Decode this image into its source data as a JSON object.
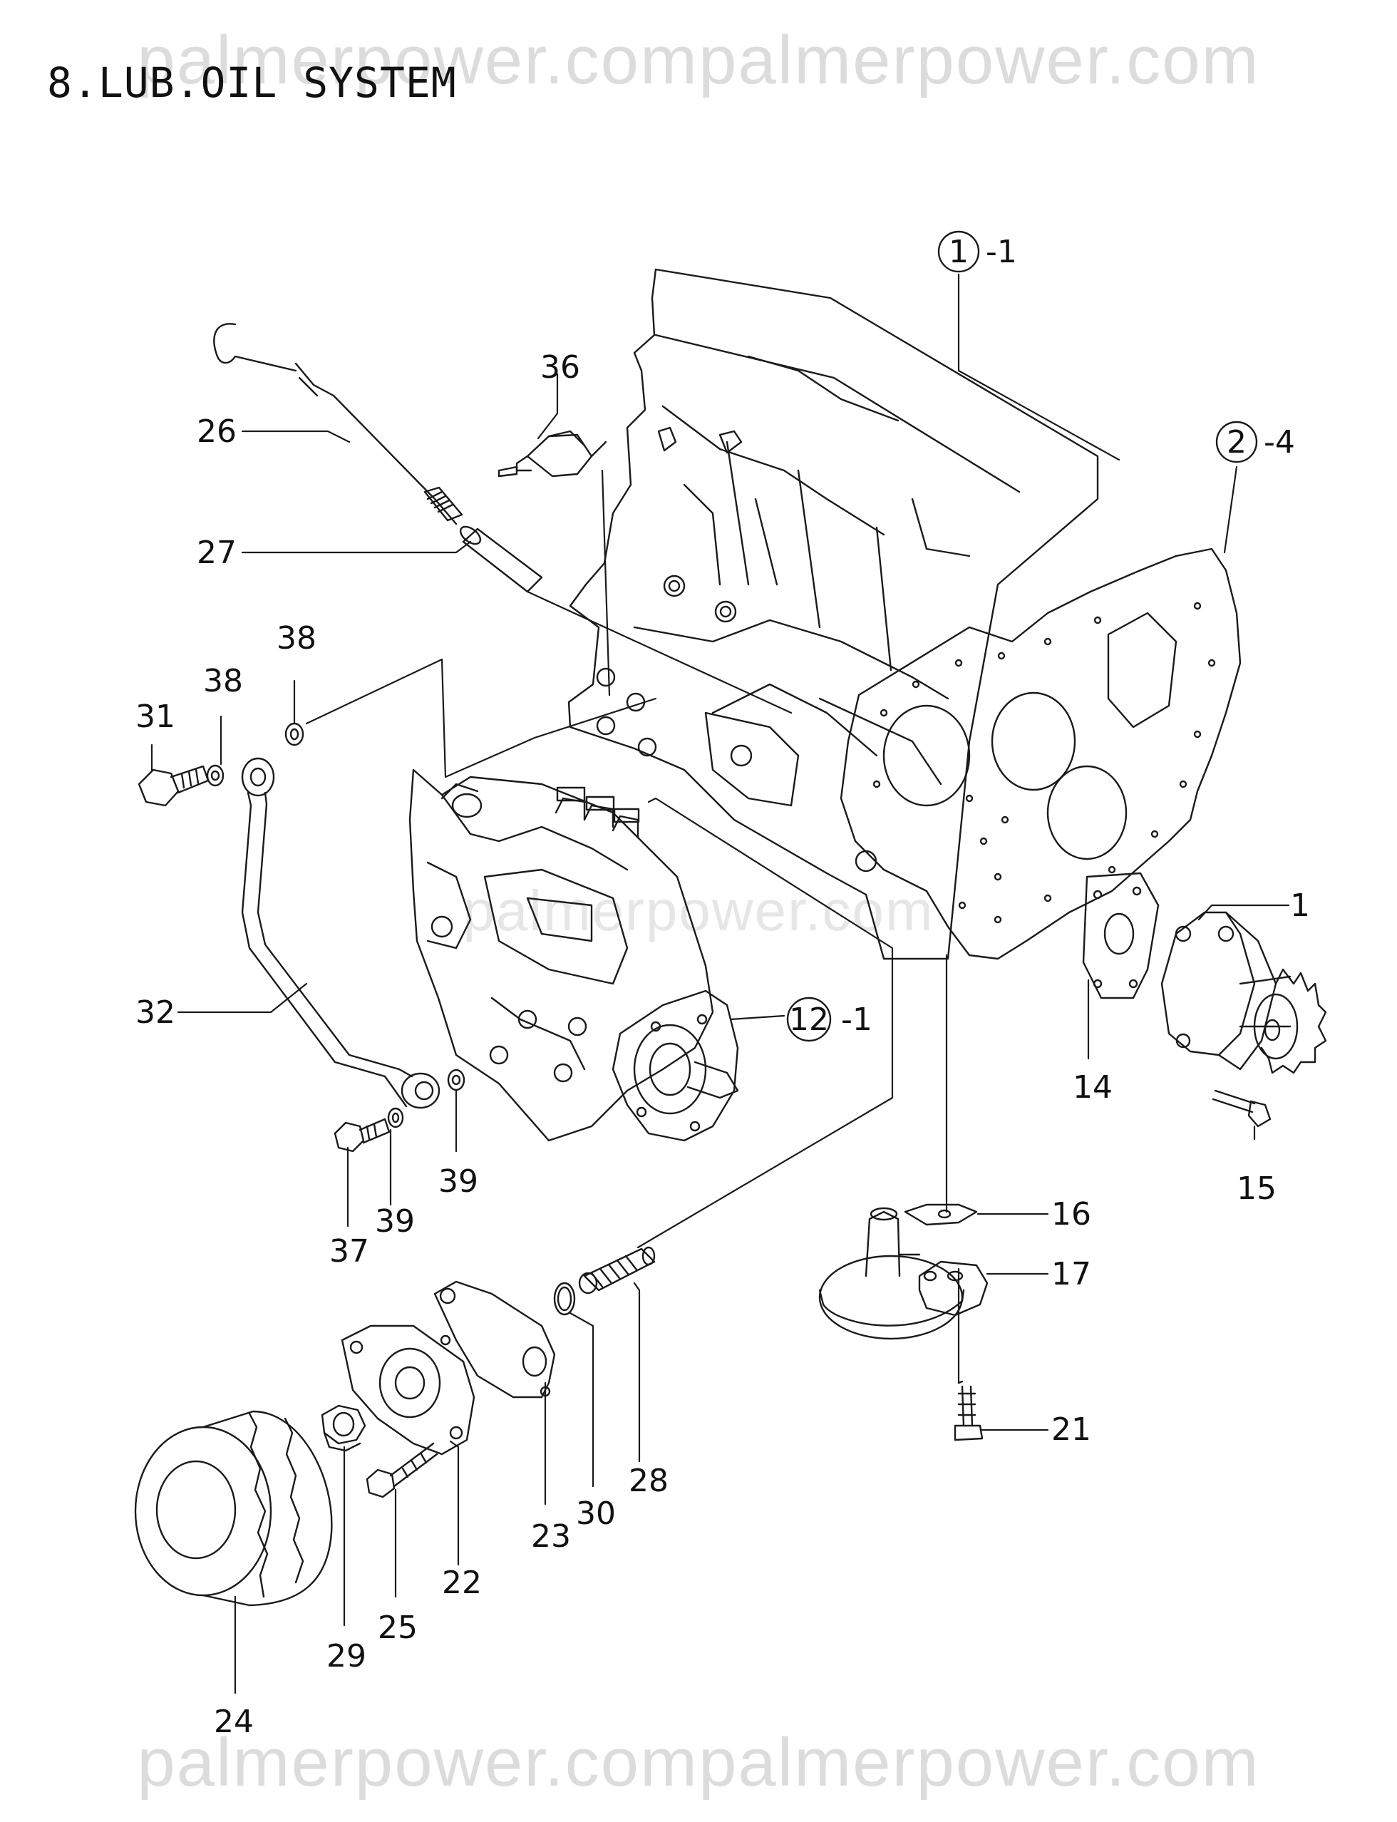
{
  "title": "8.LUB.OIL SYSTEM",
  "watermark": "palmerpower.compalmerpower.com",
  "watermark_center": "palmerpower.com",
  "callouts": {
    "c1_1": {
      "circled": "1",
      "suffix": "-1"
    },
    "c2_4": {
      "circled": "2",
      "suffix": "-4"
    },
    "c12_1": {
      "circled": "12",
      "suffix": "-1"
    },
    "n1": "1",
    "n14": "14",
    "n15": "15",
    "n16": "16",
    "n17": "17",
    "n21": "21",
    "n22": "22",
    "n23": "23",
    "n24": "24",
    "n25": "25",
    "n26": "26",
    "n27": "27",
    "n28": "28",
    "n29": "29",
    "n30": "30",
    "n31": "31",
    "n32": "32",
    "n36": "36",
    "n37": "37",
    "n38a": "38",
    "n38b": "38",
    "n39a": "39",
    "n39b": "39"
  }
}
